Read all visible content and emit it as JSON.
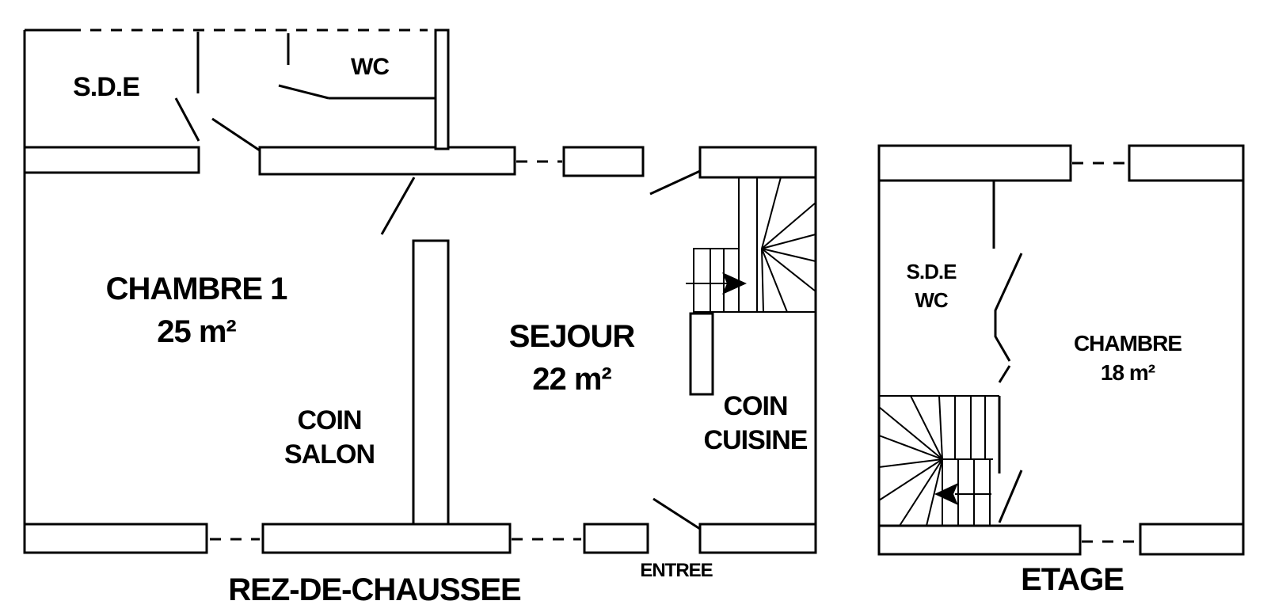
{
  "ground_floor": {
    "title": "REZ-DE-CHAUSSEE",
    "rooms": {
      "sde": "S.D.E",
      "wc": "WC",
      "chambre1_name": "CHAMBRE 1",
      "chambre1_area": "25 m²",
      "sejour_name": "SEJOUR",
      "sejour_area": "22 m²",
      "coin_salon_line1": "COIN",
      "coin_salon_line2": "SALON",
      "coin_cuisine_line1": "COIN",
      "coin_cuisine_line2": "CUISINE"
    },
    "entrance": "ENTREE"
  },
  "upper_floor": {
    "title": "ETAGE",
    "rooms": {
      "sde_wc_line1": "S.D.E",
      "sde_wc_line2": "WC",
      "chambre_name": "CHAMBRE",
      "chambre_area": "18 m²"
    }
  }
}
